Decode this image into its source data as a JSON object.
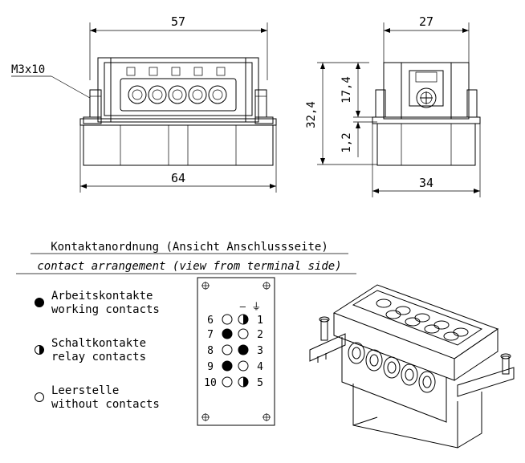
{
  "dimensions": {
    "front_width_top": "57",
    "front_width_bottom": "64",
    "side_width_top": "27",
    "side_width_bottom": "34",
    "height_total": "32,4",
    "height_upper": "17,4",
    "height_flange": "1,2",
    "screw_label": "M3x10"
  },
  "headings": {
    "german": "Kontaktanordnung (Ansicht Anschlussseite)",
    "english": "contact arrangement (view from terminal side)"
  },
  "legend": [
    {
      "symbol": "filled",
      "line1": "Arbeitskontakte",
      "line2": "working contacts"
    },
    {
      "symbol": "half",
      "line1": "Schaltkontakte",
      "line2": "relay contacts"
    },
    {
      "symbol": "empty",
      "line1": "Leerstelle",
      "line2": "without contacts"
    }
  ],
  "layout_panel": {
    "left_numbers": [
      "6",
      "7",
      "8",
      "9",
      "10"
    ],
    "right_numbers": [
      "1",
      "2",
      "3",
      "4",
      "5"
    ],
    "left_symbols": [
      [
        "empty",
        "half"
      ],
      [
        "filled",
        "empty"
      ],
      [
        "empty",
        "filled"
      ],
      [
        "filled",
        "empty"
      ],
      [
        "empty",
        "half"
      ]
    ],
    "ground_symbol": "— ⏚"
  }
}
